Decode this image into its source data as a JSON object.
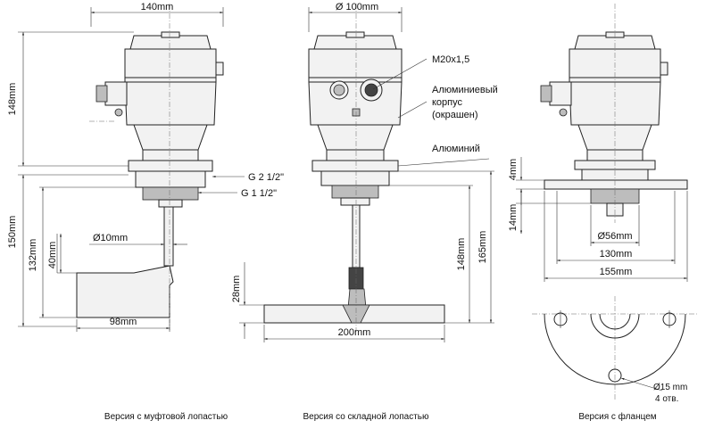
{
  "dimensions": {
    "width_140": "140mm",
    "height_148_left": "148mm",
    "height_150": "150mm",
    "height_132": "132mm",
    "height_40": "40mm",
    "dia_10": "Ø10mm",
    "width_98": "98mm",
    "thread_g212": "G 2 1/2\"",
    "thread_g112": "G 1 1/2\"",
    "dia_100": "Ø 100mm",
    "height_28": "28mm",
    "width_200": "200mm",
    "height_148_mid": "148mm",
    "height_165": "165mm",
    "height_4": "4mm",
    "height_14": "14mm",
    "dia_56": "Ø56mm",
    "width_130": "130mm",
    "width_155": "155mm",
    "dia_15": "Ø15 mm",
    "holes": "4 отв."
  },
  "labels": {
    "cable_gland": "M20x1,5",
    "housing_line1": "Алюминиевый",
    "housing_line2": "корпус",
    "housing_line3": "(окрашен)",
    "aluminium": "Алюминий"
  },
  "captions": {
    "left": "Версия с муфтовой лопастью",
    "middle": "Версия со складной лопастью",
    "right": "Версия с фланцем"
  }
}
